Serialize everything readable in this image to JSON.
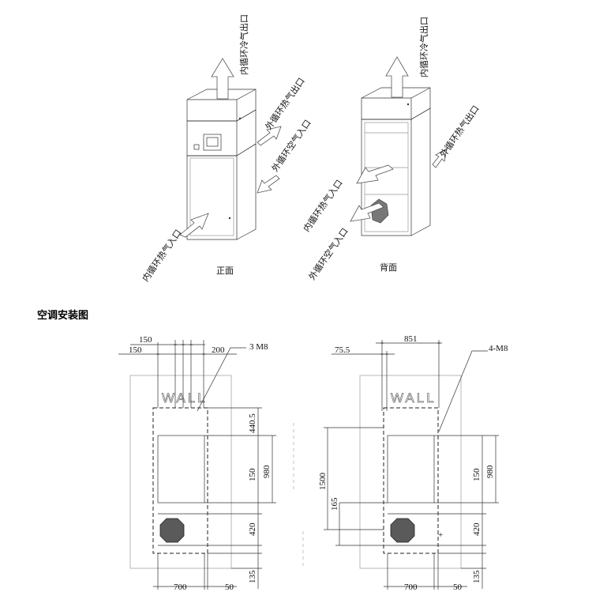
{
  "section_title": "空调安装图",
  "front_view": {
    "caption": "正面",
    "labels": {
      "inner_cold_outlet": "内循环冷气出口",
      "outer_hot_outlet": "外循环热气出口",
      "outer_air_inlet": "外循环空气入口",
      "inner_hot_inlet": "内循环热气入口"
    }
  },
  "back_view": {
    "caption": "背面",
    "labels": {
      "inner_cold_outlet": "内循环冷气出口",
      "inner_hot_inlet": "内循环热气入口",
      "outer_hot_outlet": "外循环热气出口",
      "outer_air_inlet": "外循环空气入口"
    }
  },
  "left_drawing": {
    "wall_text": "WALL",
    "bolt_note": "3 M8",
    "dims": {
      "top_a": "150",
      "top_b": "150",
      "top_c": "200",
      "right_top": "440.5",
      "right_mid": "150",
      "right_full": "980",
      "right_low": "420",
      "right_bottom": "135",
      "bottom_width": "700",
      "bottom_margin": "50"
    }
  },
  "right_drawing": {
    "wall_text": "WALL",
    "bolt_note": "4-M8",
    "dims": {
      "top_width": "851",
      "top_offset": "75.5",
      "left_tall": "1500",
      "left_short": "165",
      "right_mid": "150",
      "right_full": "980",
      "right_low": "420",
      "right_bottom": "135",
      "bottom_width": "700",
      "bottom_margin": "50"
    }
  }
}
